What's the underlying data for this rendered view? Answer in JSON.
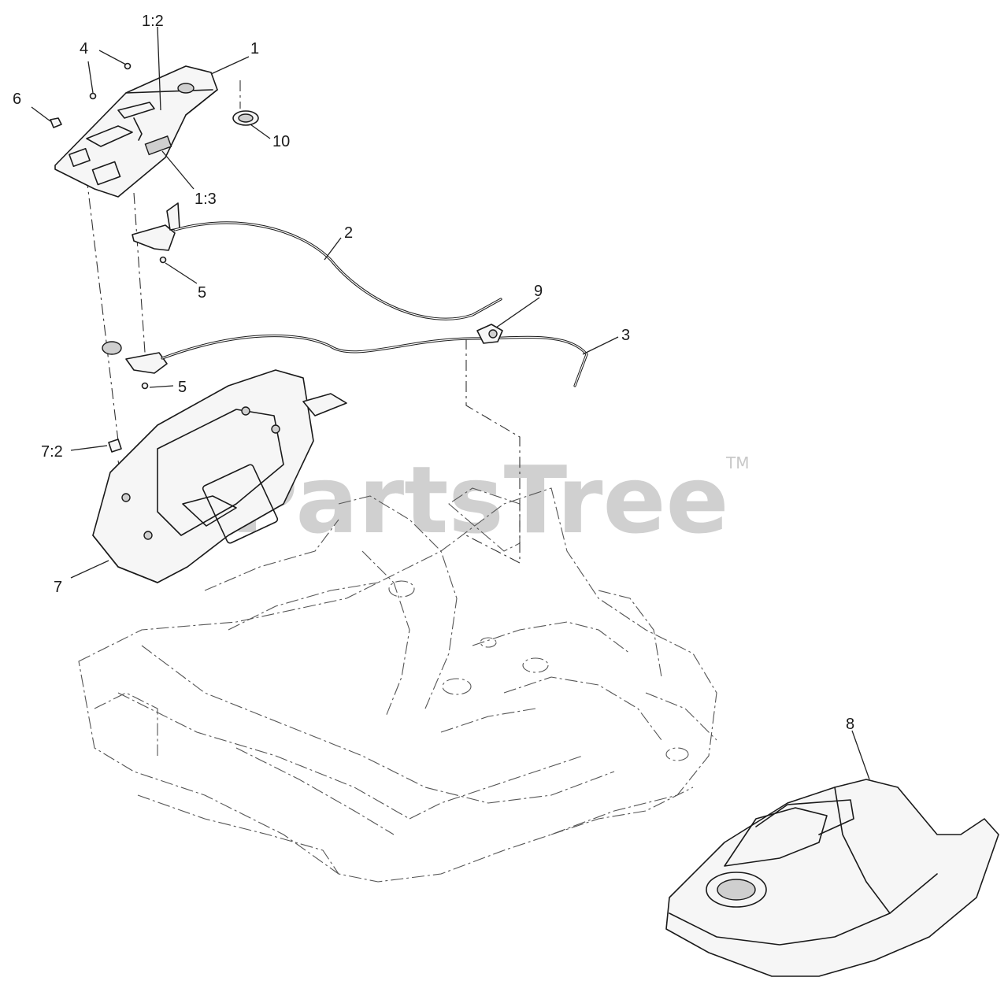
{
  "diagram": {
    "watermark": "PartsTree",
    "trademark": "TM",
    "callouts": {
      "c1": "1",
      "c1_2": "1:2",
      "c1_3": "1:3",
      "c2": "2",
      "c3": "3",
      "c4": "4",
      "c5a": "5",
      "c5b": "5",
      "c6": "6",
      "c7": "7",
      "c7_2": "7:2",
      "c8": "8",
      "c9": "9",
      "c10": "10"
    }
  }
}
